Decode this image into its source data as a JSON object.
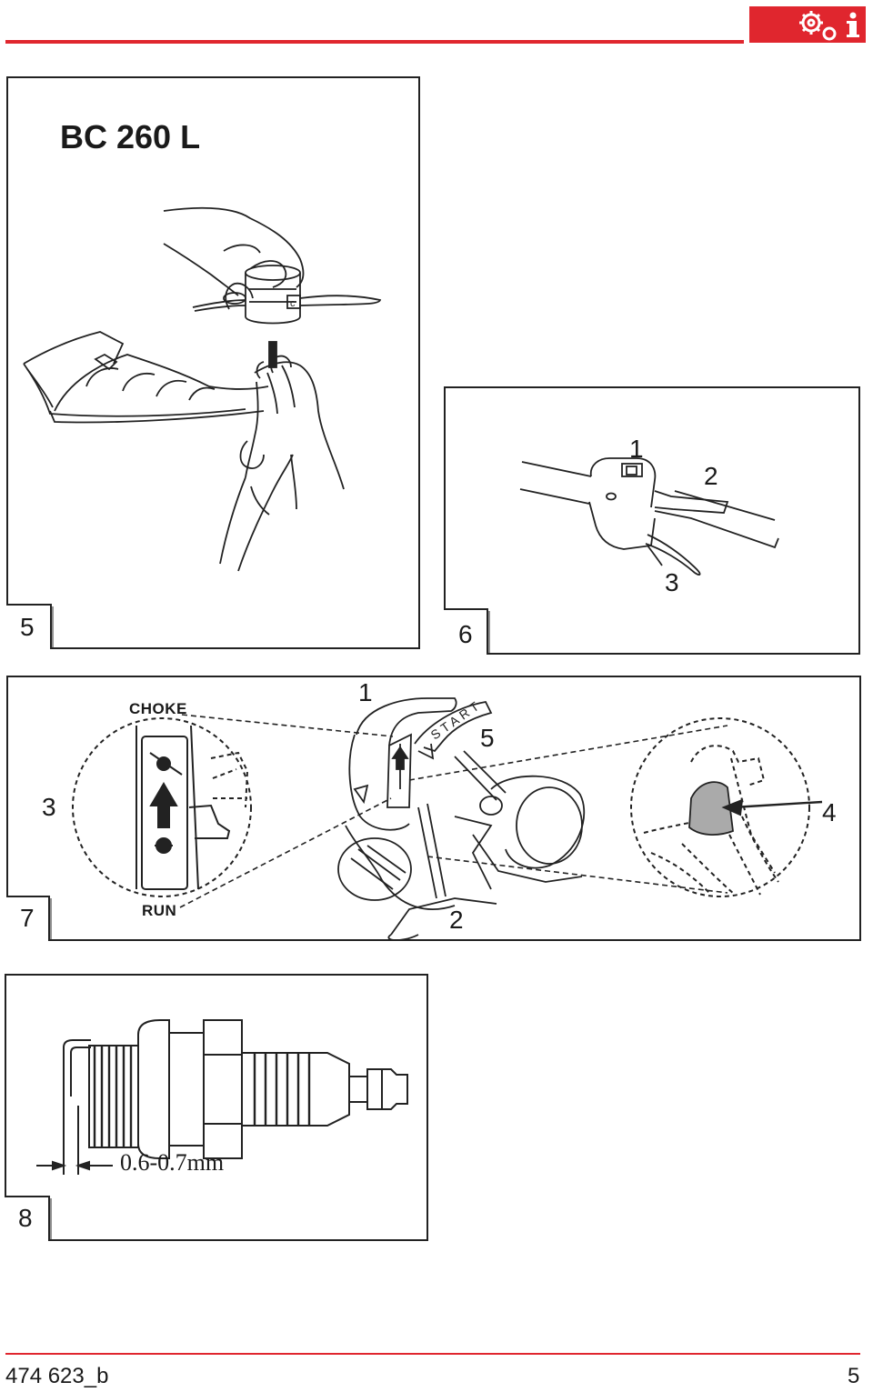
{
  "header": {
    "icon_names": [
      "gear-icon",
      "info-icon"
    ],
    "accent_color": "#e0262e"
  },
  "figures": {
    "fig5": {
      "number": "5",
      "title": "BC 260 L"
    },
    "fig6": {
      "number": "6",
      "callouts": [
        "1",
        "2",
        "3"
      ]
    },
    "fig7": {
      "number": "7",
      "callouts": [
        "1",
        "2",
        "3",
        "4",
        "5"
      ],
      "choke_label": "CHOKE",
      "run_label": "RUN",
      "start_label": "START"
    },
    "fig8": {
      "number": "8",
      "gap_label": "0.6-0.7mm"
    }
  },
  "footer": {
    "doc_code": "474 623_b",
    "page_number": "5"
  }
}
